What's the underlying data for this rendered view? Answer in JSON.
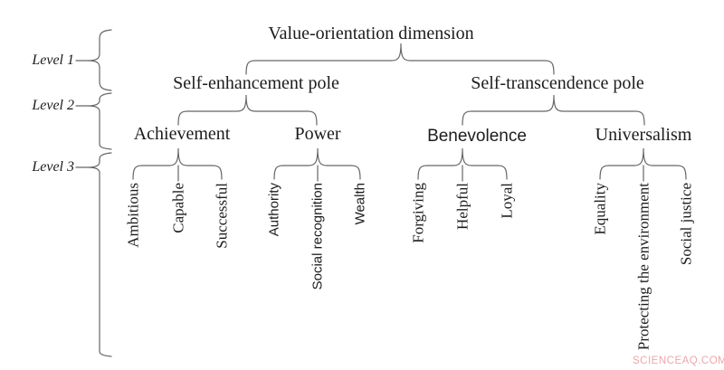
{
  "diagram": {
    "title": "Value-orientation dimension",
    "levels": [
      {
        "label": "Level 1"
      },
      {
        "label": "Level 2"
      },
      {
        "label": "Level 3"
      }
    ],
    "poles": [
      {
        "label": "Self-enhancement pole",
        "categories": [
          {
            "label": "Achievement",
            "values": [
              "Ambitious",
              "Capable",
              "Successful"
            ]
          },
          {
            "label": "Power",
            "values": [
              "Authority",
              "Social recognition",
              "Wealth"
            ]
          }
        ]
      },
      {
        "label": "Self-transcendence pole",
        "categories": [
          {
            "label": "Benevolence",
            "values": [
              "Forgiving",
              "Helpful",
              "Loyal"
            ]
          },
          {
            "label": "Universalism",
            "values": [
              "Equality",
              "Protecting the environment",
              "Social justice"
            ]
          }
        ]
      }
    ],
    "watermark": "SCIENCEAQ.COM"
  },
  "colors": {
    "line": "#666666",
    "text": "#1c1c1c",
    "watermark": "#f0a6a6",
    "background": "#ffffff"
  }
}
